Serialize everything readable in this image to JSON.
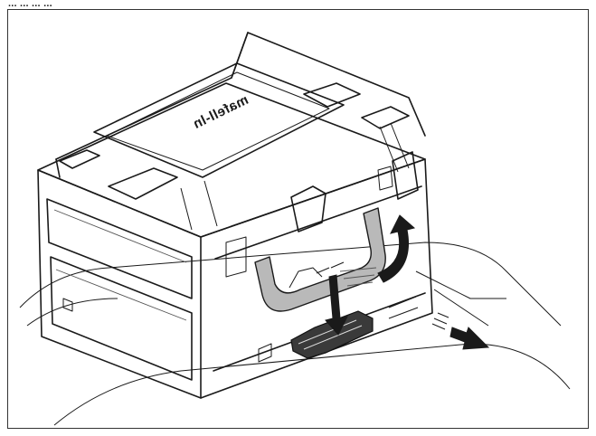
{
  "caption": "... ... ... ...",
  "brand_label": "mafell-ln",
  "colors": {
    "line": "#1a1a1a",
    "handle_fill": "#b9b9b9",
    "dark_part": "#3a3a3a"
  },
  "icons": [
    "case-illustration",
    "up-curved-arrow",
    "down-arrow",
    "slide-out-arrow"
  ]
}
